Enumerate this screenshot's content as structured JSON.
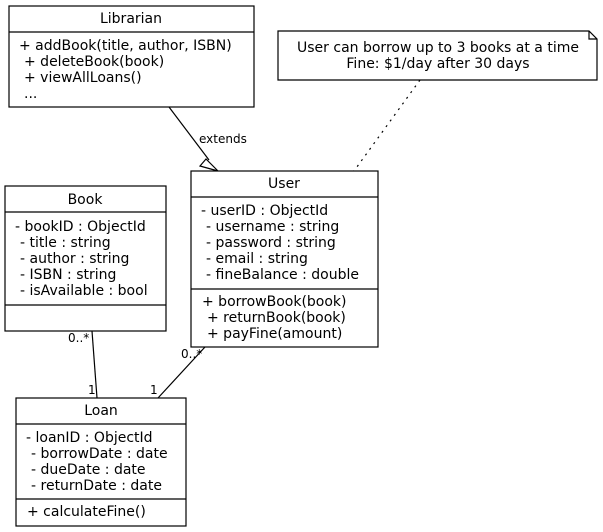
{
  "classes": {
    "librarian": {
      "name": "Librarian",
      "attributes": [],
      "methods": [
        "+ addBook(title, author, ISBN)",
        "+ deleteBook(book)",
        "+ viewAllLoans()",
        "..."
      ]
    },
    "user": {
      "name": "User",
      "attributes": [
        "- userID : ObjectId",
        "- username : string",
        "- password : string",
        "- email : string",
        "- fineBalance : double"
      ],
      "methods": [
        "+ borrowBook(book)",
        "+ returnBook(book)",
        "+ payFine(amount)"
      ]
    },
    "book": {
      "name": "Book",
      "attributes": [
        "- bookID : ObjectId",
        "- title : string",
        "- author : string",
        "- ISBN : string",
        "- isAvailable : bool"
      ],
      "methods": []
    },
    "loan": {
      "name": "Loan",
      "attributes": [
        "- loanID : ObjectId",
        "- borrowDate : date",
        "- dueDate : date",
        "- returnDate : date"
      ],
      "methods": [
        "+ calculateFine()"
      ]
    }
  },
  "note": {
    "lines": [
      "User can borrow up to 3 books at a time",
      "Fine: $1/day after 30 days"
    ]
  },
  "relations": {
    "extends_label": "extends",
    "book_loan": {
      "book_end": "0..*",
      "loan_end": "1"
    },
    "user_loan": {
      "user_end": "0..*",
      "loan_end": "1"
    }
  }
}
